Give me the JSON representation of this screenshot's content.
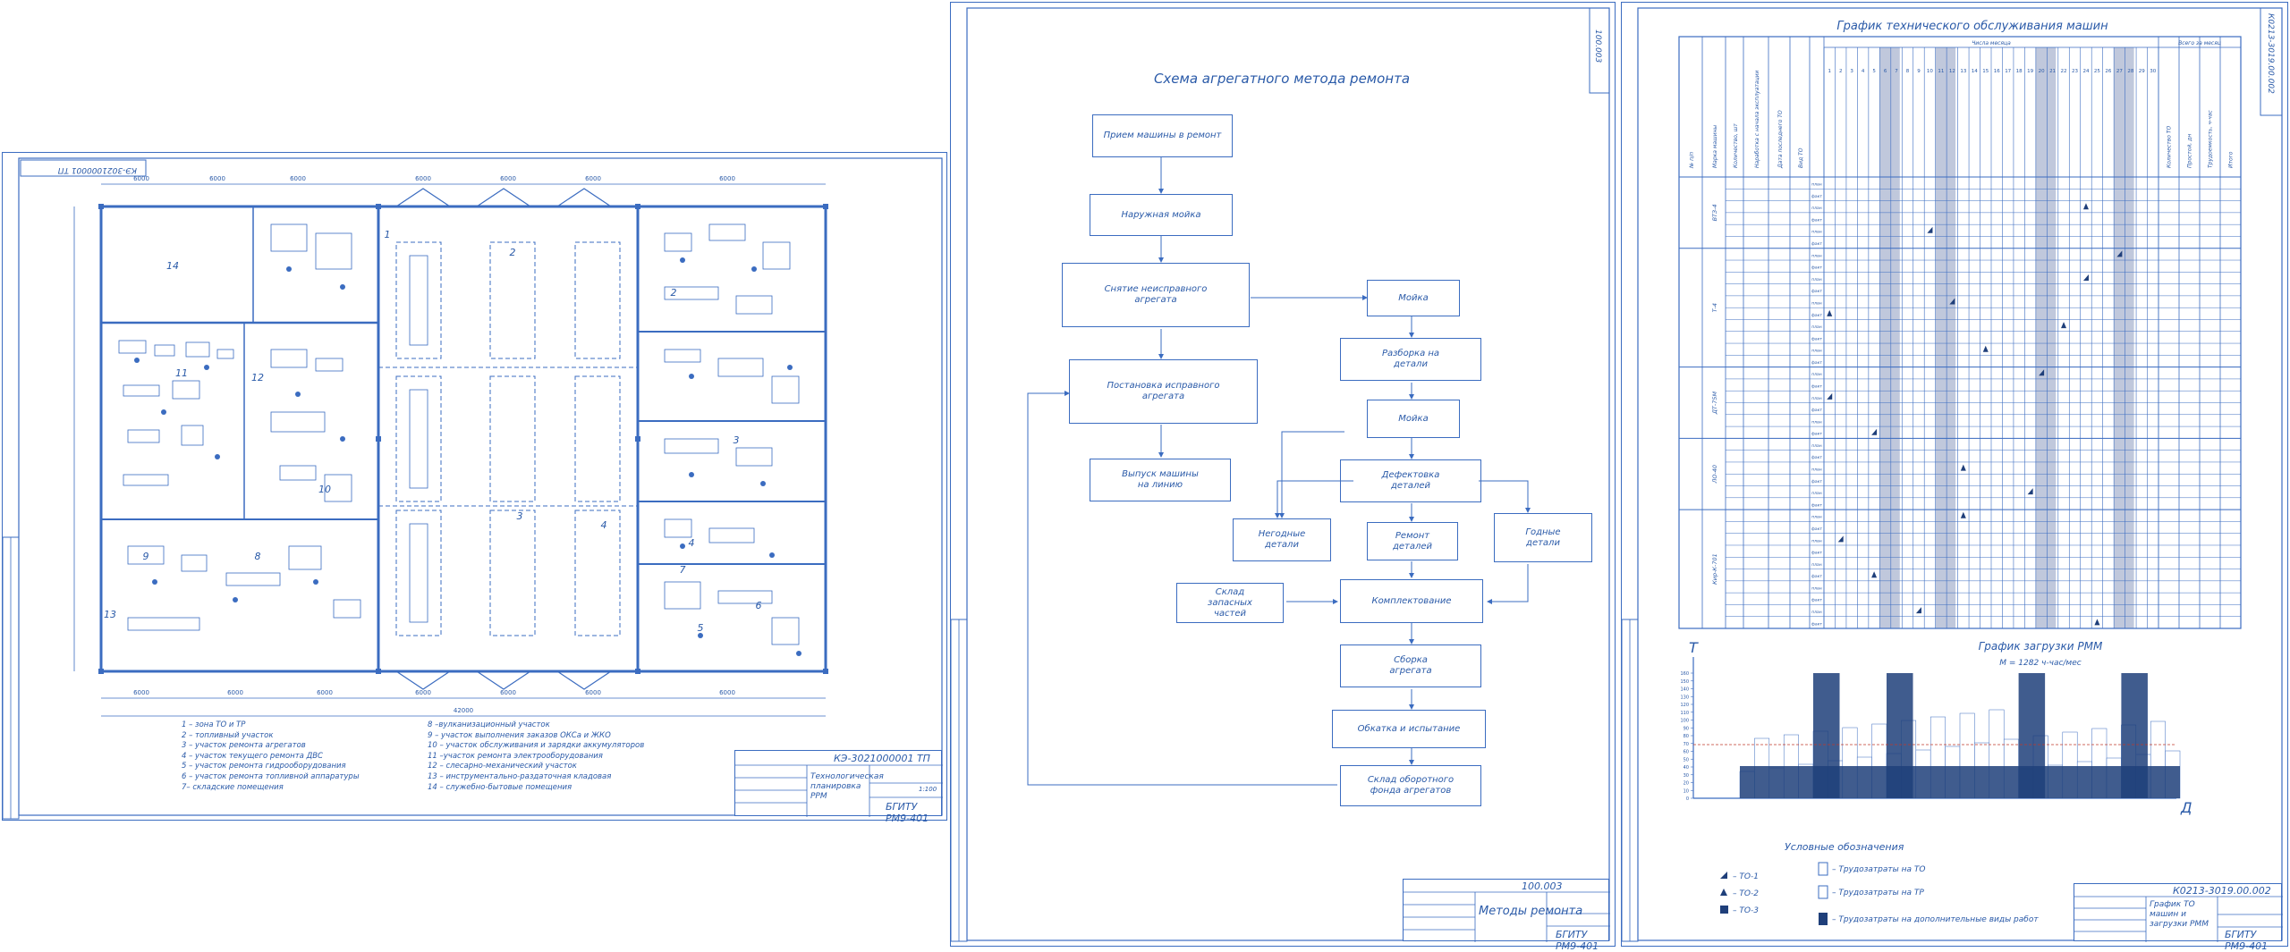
{
  "sheet1": {
    "code": "КЭ-3021000001 ТП",
    "code_rotated": "КЭ-3021000001 ТП",
    "stamp_title": "Технологическая планировка РРМ",
    "stamp_org": "БГИТУ РМ9-401",
    "stamp_sheet": "1:100",
    "dims_top": [
      "6000",
      "6000",
      "6000",
      "6000",
      "6000",
      "6000",
      "6000"
    ],
    "dims_bottom": [
      "6000",
      "6000",
      "6000",
      "6000",
      "6000",
      "6000",
      "6000"
    ],
    "dim_total": "42000",
    "zone_numbers": [
      "1",
      "2",
      "3",
      "4",
      "5",
      "6",
      "7",
      "8",
      "9",
      "10",
      "11",
      "12",
      "13",
      "14"
    ],
    "legend_left": [
      "1 – зона ТО и ТР",
      "2 – топливный участок",
      "3 – участок ремонта агрегатов",
      "4 – участок текущего ремонта ДВС",
      "5 – участок ремонта гидрооборудования",
      "6 – участок ремонта топливной аппаратуры",
      "7– складские помещения"
    ],
    "legend_right": [
      "8 –вулканизационный участок",
      "9 – участок выполнения заказов ОКСа и ЖКО",
      "10 – участок обслуживания и зарядки аккумуляторов",
      "11 –участок ремонта электрооборудования",
      "12 – слесарно-механический участок",
      "13 – инструментально-раздаточная кладовая",
      "14 – служебно-бытовые помещения"
    ]
  },
  "sheet2": {
    "title": "Схема агрегатного метода ремонта",
    "code_rotated": "100.003",
    "boxes": {
      "b1": "Прием машины в ремонт",
      "b2": "Наружная мойка",
      "b3": "Снятие неисправного агрегата",
      "b4": "Постановка исправного агрегата",
      "b5": "Выпуск машины на линию",
      "b6": "Мойка",
      "b7": "Разборка на детали",
      "b8": "Мойка",
      "b9": "Дефектовка деталей",
      "b10": "Негодные детали",
      "b11": "Ремонт деталей",
      "b12": "Годные детали",
      "b13": "Склад запасных частей",
      "b14": "Комплектование",
      "b15": "Сборка агрегата",
      "b16": "Обкатка и испытание",
      "b17": "Склад оборотного фонда агрегатов"
    },
    "stamp_code": "100.003",
    "stamp_title": "Методы ремонта",
    "stamp_org": "БГИТУ РМ9-401"
  },
  "sheet3": {
    "title": "График технического обслуживания машин",
    "code_rotated": "К0213-3019.00.002",
    "header_cols": [
      "№ п/п",
      "Марка машины",
      "Количество, шт",
      "Наработка с начала эксплуатации",
      "Дата последнего ТО",
      "Вид ТО"
    ],
    "days_label": "Числа месяца",
    "days": [
      "1",
      "2",
      "3",
      "4",
      "5",
      "6",
      "7",
      "8",
      "9",
      "10",
      "11",
      "12",
      "13",
      "14",
      "15",
      "16",
      "17",
      "18",
      "19",
      "20",
      "21",
      "22",
      "23",
      "24",
      "25",
      "26",
      "27",
      "28",
      "29",
      "30"
    ],
    "summary_label": "Всего за месяц",
    "summary_cols": [
      "Количество ТО",
      "Простой, дн",
      "Трудоемкость, ч-час",
      "Итого"
    ],
    "groups": [
      "ВТЗ-4",
      "Т-4",
      "ДТ-75М",
      "ЛО-40",
      "Кир-К-701"
    ],
    "row_codes": [
      "план",
      "факт"
    ],
    "load_title": "График загрузки РММ",
    "load_formula": "М = 1282 ч-час/мес",
    "load_yaxis": "Т",
    "load_xaxis": "Д",
    "load_yticks": [
      "160",
      "150",
      "140",
      "130",
      "120",
      "110",
      "100",
      "90",
      "80",
      "70",
      "60",
      "50",
      "40",
      "30",
      "20",
      "10",
      "0"
    ],
    "legend_title": "Условные обозначения",
    "legend_items": [
      "– ТО-1",
      "– ТО-2",
      "– ТО-3"
    ],
    "legend_costs": [
      "– Трудозатраты на ТО",
      "– Трудозатраты на ТР",
      "– Трудозатраты на дополнительные виды работ"
    ],
    "stamp_code": "К0213-3019.00.002",
    "stamp_title": "График ТО машин и загрузки РММ",
    "stamp_org": "БГИТУ РМ9-401"
  },
  "colors": {
    "line": "#3b6cc0",
    "text": "#2a5aa8",
    "shade": "#1f3f7a"
  }
}
